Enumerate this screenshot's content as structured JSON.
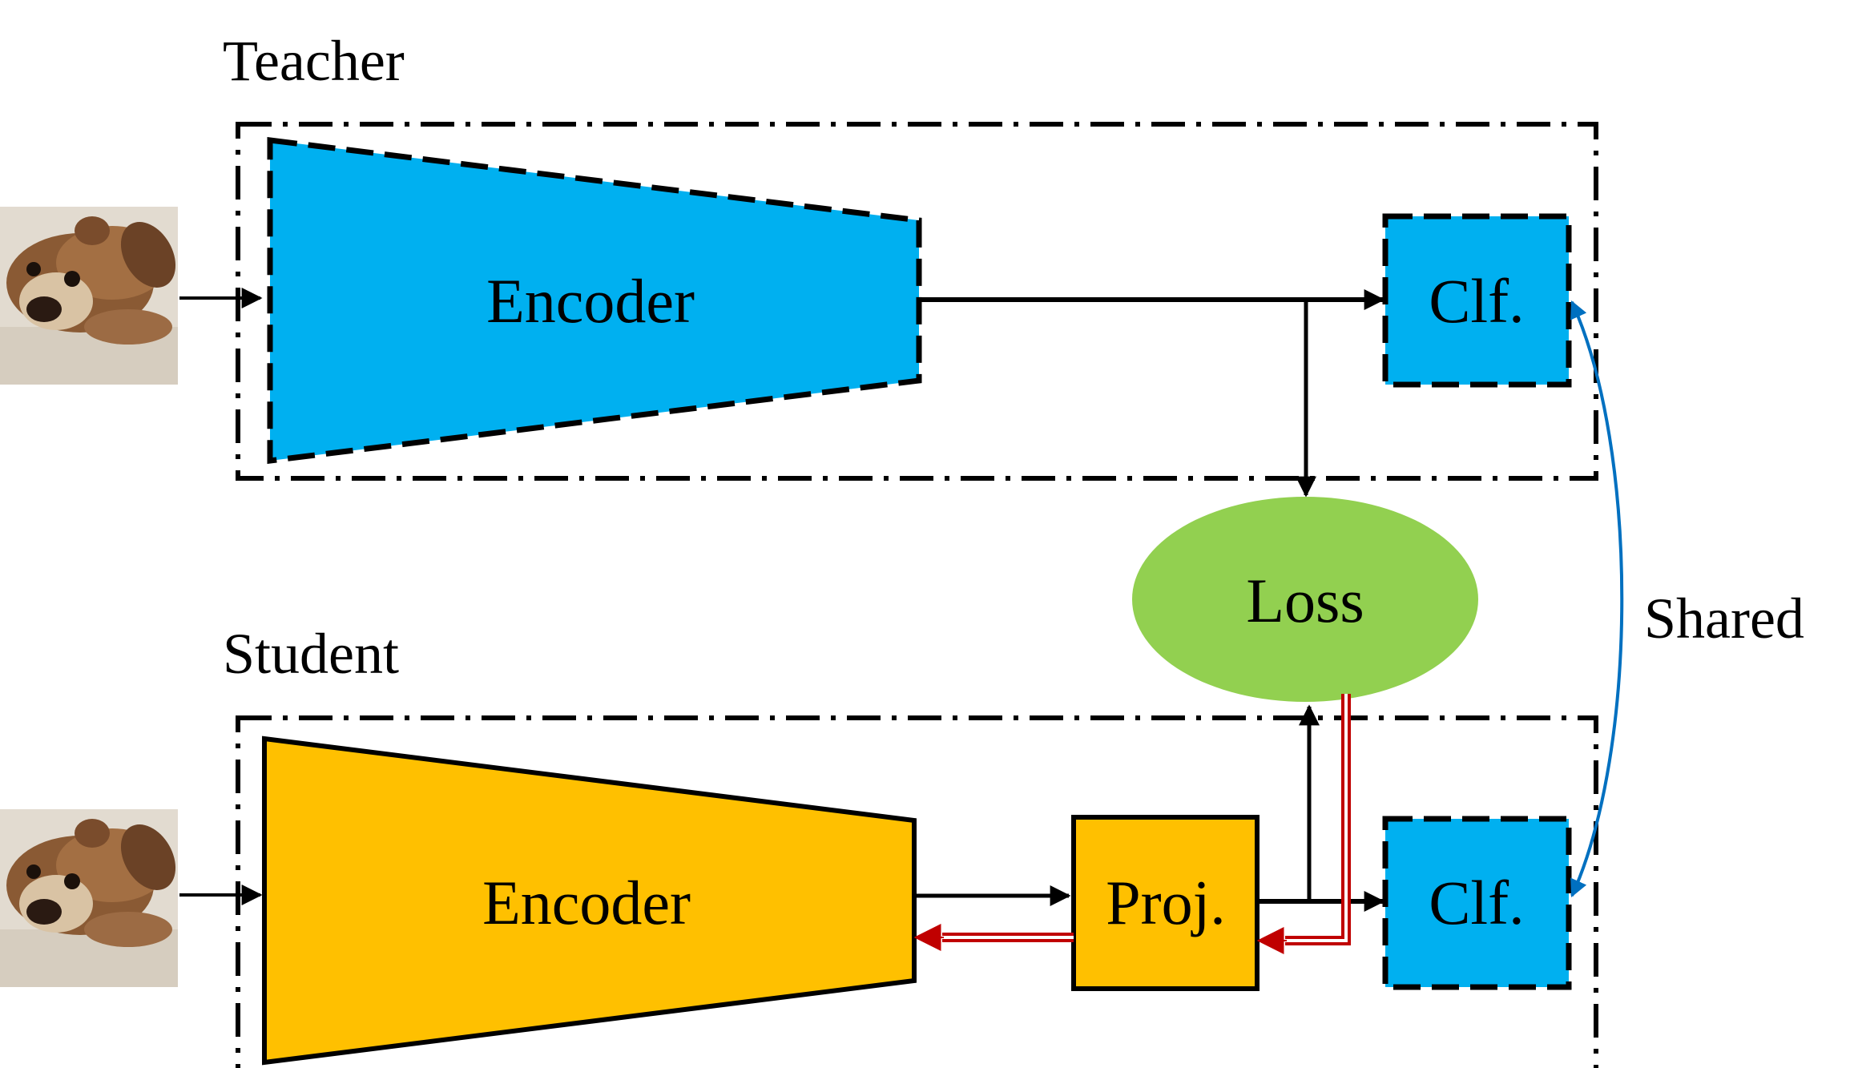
{
  "teacher": {
    "title": "Teacher",
    "encoder_label": "Encoder",
    "classifier_label": "Clf."
  },
  "student": {
    "title": "Student",
    "encoder_label": "Encoder",
    "projector_label": "Proj.",
    "classifier_label": "Clf."
  },
  "loss": {
    "label": "Loss"
  },
  "shared_label": "Shared",
  "input_image": {
    "icon": "dog-photo-icon"
  },
  "colors": {
    "teacher_blue": "#00B0F0",
    "student_orange": "#FFC000",
    "loss_green": "#92D050",
    "gradient_red": "#C00000",
    "shared_link_blue": "#0070C0"
  }
}
